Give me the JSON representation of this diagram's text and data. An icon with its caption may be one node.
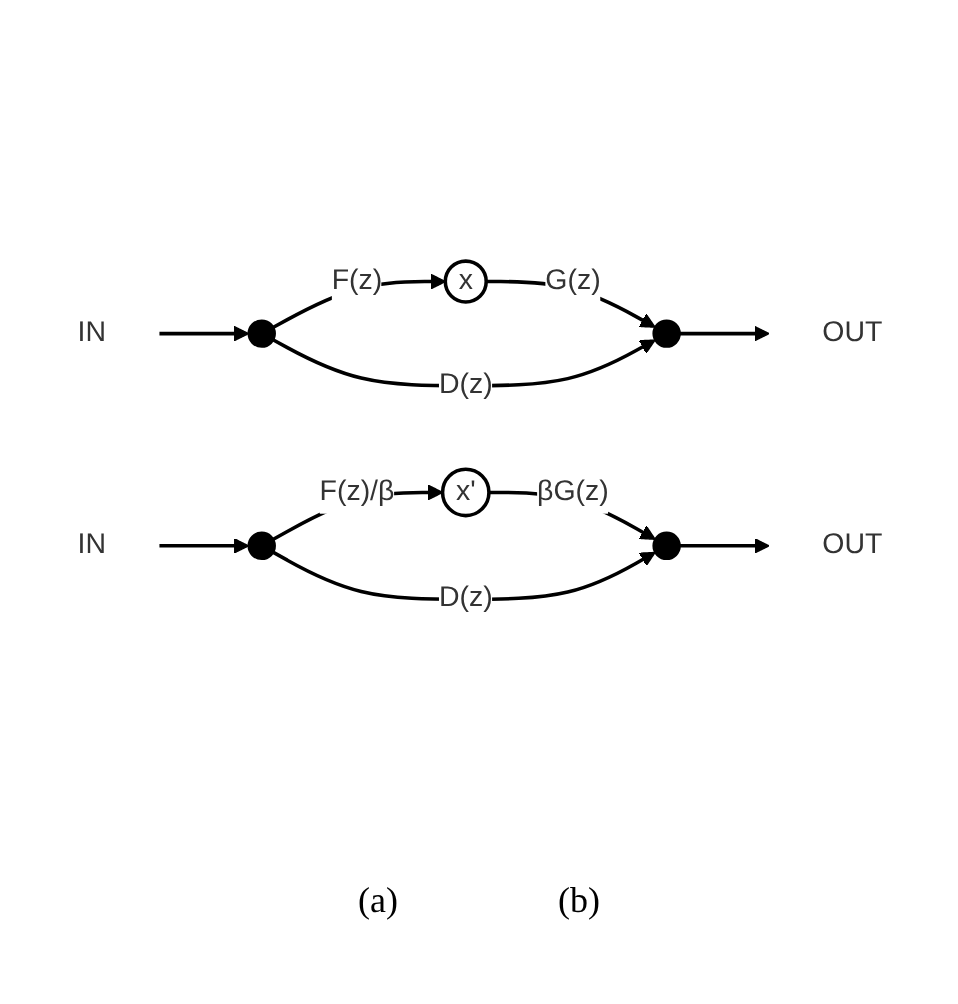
{
  "diagram": {
    "nodes": [
      {
        "text": [
          "IN"
        ]
      },
      {
        "text": [],
        "shape": "circle"
      },
      {
        "text": [
          "x"
        ]
      },
      {
        "text": [],
        "shape": "circle"
      },
      {
        "text": [
          "OUT"
        ]
      },
      {
        "text": [
          "IN"
        ]
      },
      {
        "text": [],
        "shape": "circle"
      },
      {
        "text": [
          "x'"
        ]
      },
      {
        "text": [],
        "shape": "circle"
      },
      {
        "text": [
          "OUT"
        ]
      }
    ],
    "edges": [
      {
        "from": 0,
        "to": 1,
        "arrow": "to"
      },
      {
        "from": 1,
        "to": 2,
        "arrow": "to",
        "label": "F(z)"
      },
      {
        "from": 2,
        "to": 3,
        "arrow": "to",
        "label": "G(z)"
      },
      {
        "from": 1,
        "to": 3,
        "arrow": "to",
        "label": "D(z)"
      },
      {
        "from": 3,
        "to": 4,
        "arrow": "to"
      },
      {
        "from": 5,
        "to": 6,
        "arrow": "to"
      },
      {
        "from": 6,
        "to": 7,
        "arrow": "to",
        "label": "F(z)/β"
      },
      {
        "from": 7,
        "to": 8,
        "arrow": "to",
        "label": "βG(z)"
      },
      {
        "from": 6,
        "to": 8,
        "arrow": "to",
        "label": "D(z)"
      },
      {
        "from": 8,
        "to": 9,
        "arrow": "to"
      }
    ],
    "labels": [
      "(a)",
      "(b)"
    ]
  }
}
